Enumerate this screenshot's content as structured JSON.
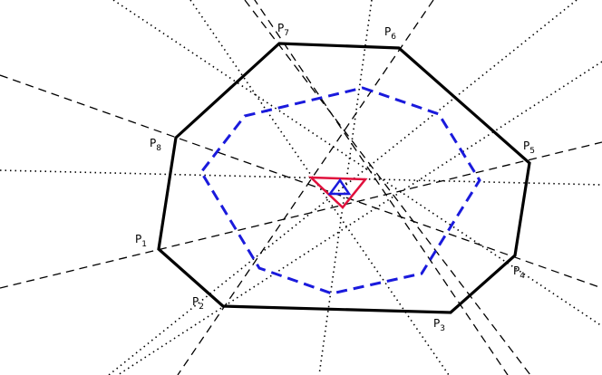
{
  "vertex_labels": [
    {
      "letter": "P",
      "index": "1"
    },
    {
      "letter": "P",
      "index": "2"
    },
    {
      "letter": "P",
      "index": "3"
    },
    {
      "letter": "P",
      "index": "4"
    },
    {
      "letter": "P",
      "index": "5"
    },
    {
      "letter": "P",
      "index": "6"
    },
    {
      "letter": "P",
      "index": "7"
    },
    {
      "letter": "P",
      "index": "8"
    }
  ],
  "colors": {
    "outer_polygon": "#000000",
    "inner_polygon": "#1a1adc",
    "center_triangle_outer": "#e0103c",
    "center_triangle_inner": "#1a1adc",
    "dashed_lines": "#000000",
    "dotted_lines": "#000000"
  }
}
